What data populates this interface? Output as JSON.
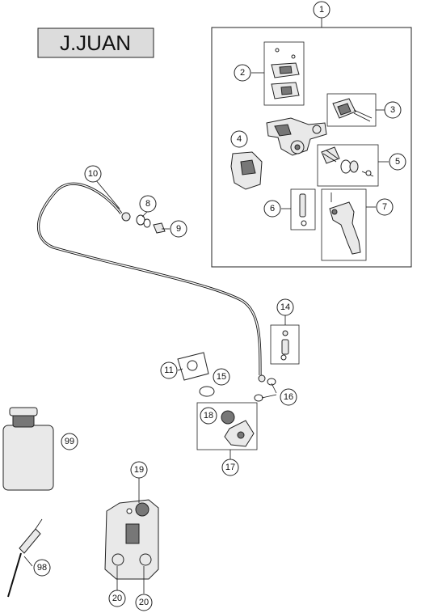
{
  "brand": {
    "label": "J.JUAN"
  },
  "callouts": {
    "c1": "1",
    "c2": "2",
    "c3": "3",
    "c4": "4",
    "c5": "5",
    "c6": "6",
    "c7": "7",
    "c8": "8",
    "c9": "9",
    "c10": "10",
    "c11": "11",
    "c14": "14",
    "c15": "15",
    "c16": "16",
    "c17": "17",
    "c18": "18",
    "c19": "19",
    "c20a": "20",
    "c20b": "20",
    "c98": "98",
    "c99": "99"
  }
}
